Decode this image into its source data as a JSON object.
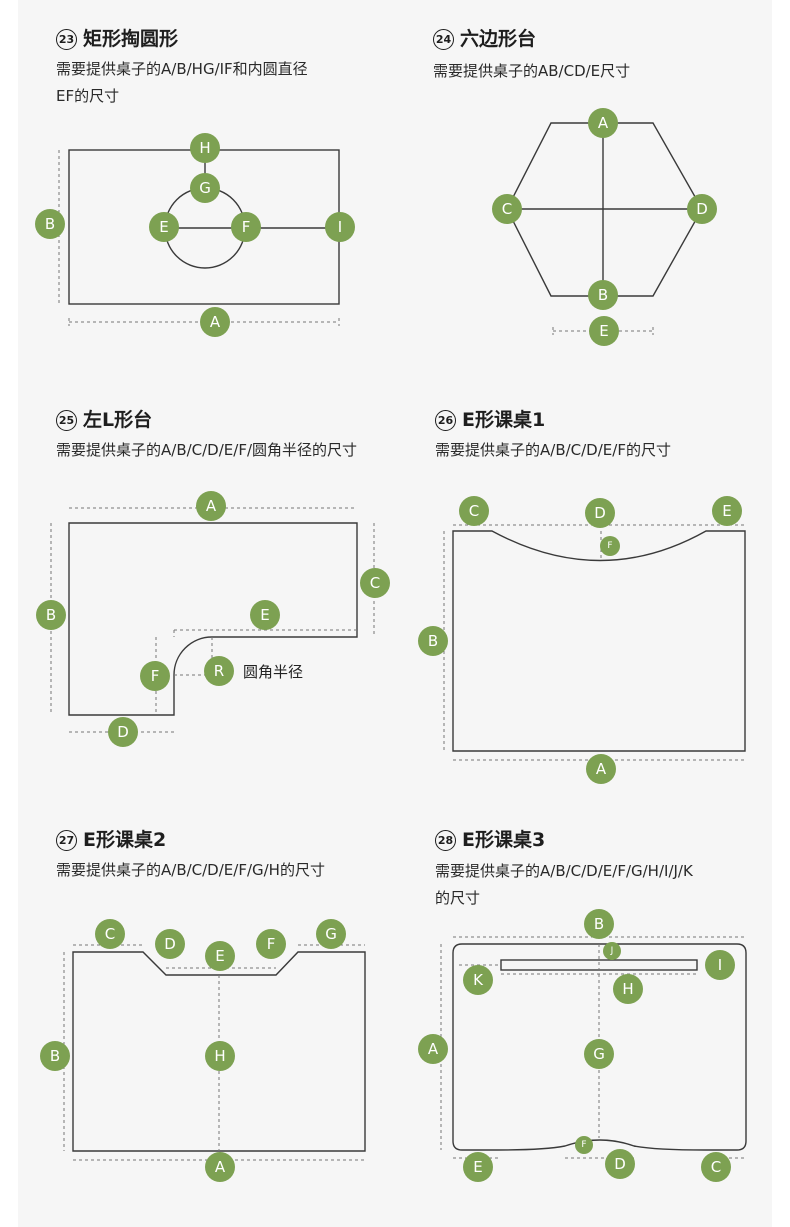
{
  "sections": [
    {
      "num": "23",
      "title": "矩形掏圆形",
      "desc1": "需要提供桌子的A/B/HG/IF和内圆直径",
      "desc2": "EF的尺寸"
    },
    {
      "num": "24",
      "title": "六边形台",
      "desc1": "需要提供桌子的AB/CD/E尺寸",
      "desc2": ""
    },
    {
      "num": "25",
      "title": "左L形台",
      "desc1": "需要提供桌子的A/B/C/D/E/F/圆角半径的尺寸",
      "desc2": ""
    },
    {
      "num": "26",
      "title": "E形课桌1",
      "desc1": "需要提供桌子的A/B/C/D/E/F的尺寸",
      "desc2": ""
    },
    {
      "num": "27",
      "title": "E形课桌2",
      "desc1": "需要提供桌子的A/B/C/D/E/F/G/H的尺寸",
      "desc2": ""
    },
    {
      "num": "28",
      "title": "E形课桌3",
      "desc1": "需要提供桌子的A/B/C/D/E/F/G/H/I/J/K",
      "desc2": "的尺寸"
    }
  ],
  "corner_radius_label": "圆角半径",
  "label_color": "#7da152",
  "labels": {
    "A": "A",
    "B": "B",
    "C": "C",
    "D": "D",
    "E": "E",
    "F": "F",
    "G": "G",
    "H": "H",
    "I": "I",
    "J": "J",
    "K": "K",
    "R": "R"
  }
}
